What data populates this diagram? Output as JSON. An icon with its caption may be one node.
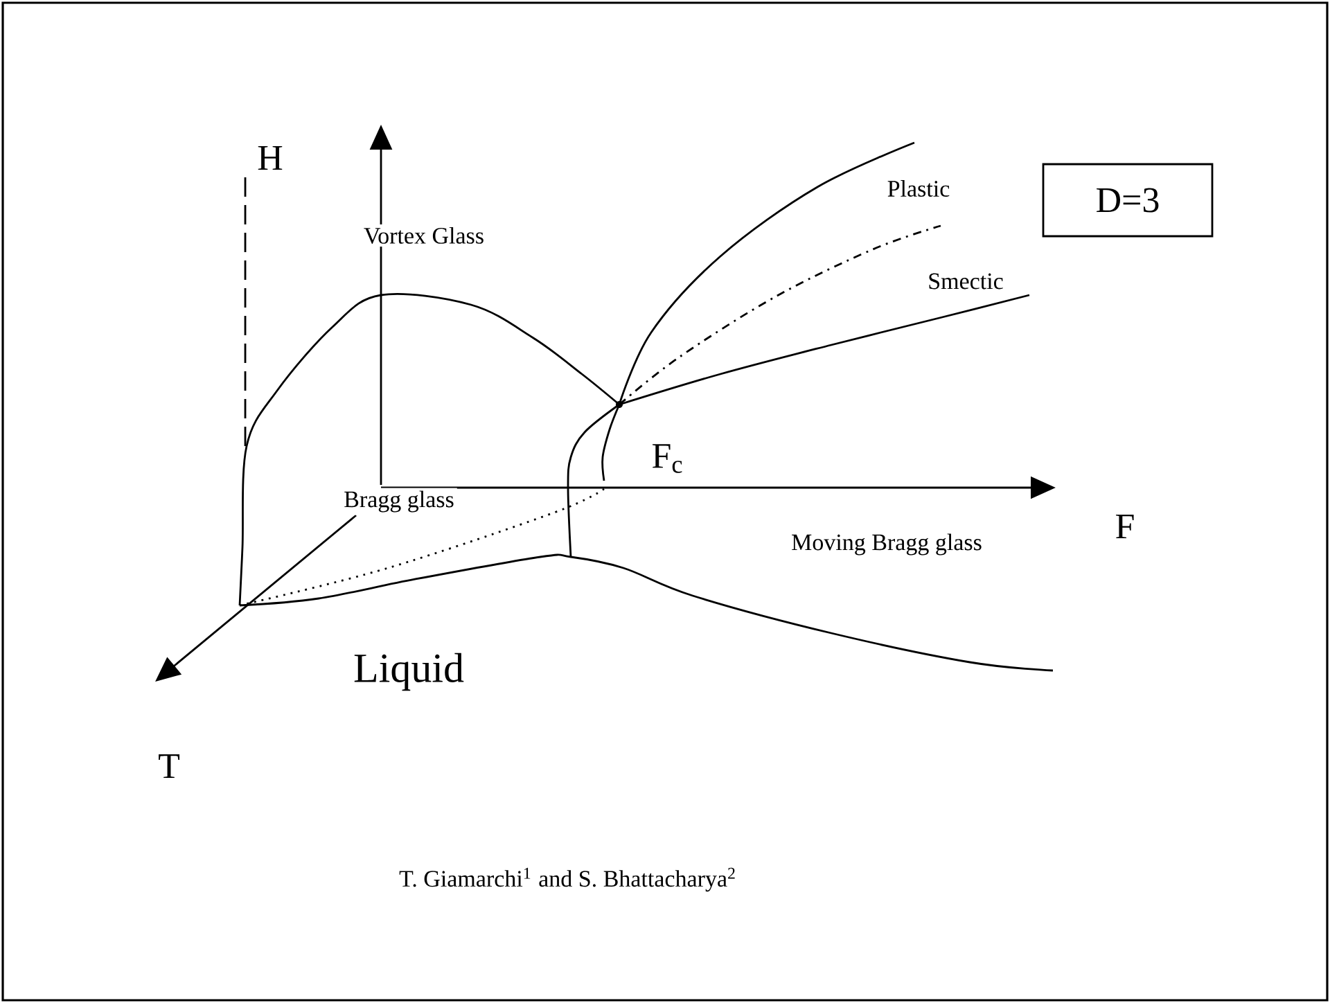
{
  "diagram": {
    "nodes": [
      {
        "text": [
          "D=3"
        ]
      }
    ],
    "labels": [
      "H",
      "Plastic",
      "Vortex Glass",
      "Smectic",
      "F$_{c}$",
      "Bragg glass",
      "F",
      "Moving Bragg glass",
      "Liquid",
      "T",
      "T. Giamarchi$^{1}$ and S. Bhattacharya$^{2}$"
    ]
  }
}
